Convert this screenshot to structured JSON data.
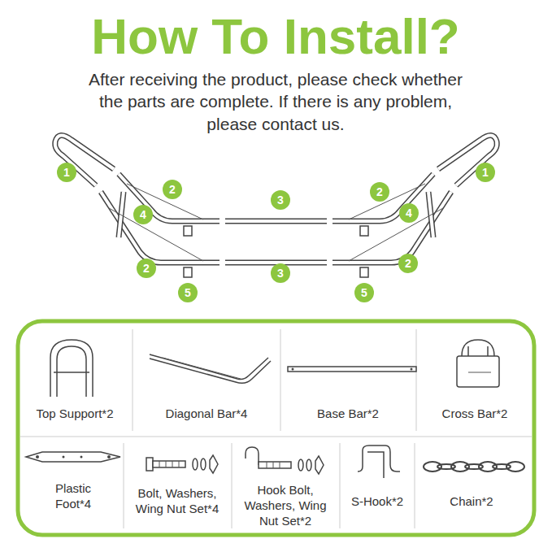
{
  "diagram": {
    "title": "How To Install?",
    "labels": [
      "After receiving the product, please check whether the parts are complete. If there is any problem, please contact us.",
      "1",
      "1",
      "2",
      "2",
      "3",
      "4",
      "4",
      "2",
      "2",
      "3",
      "5",
      "5",
      "Top Support*2",
      "Diagonal Bar*4",
      "Base Bar*2",
      "Cross Bar*2",
      "Plastic Foot*4",
      "Bolt, Washers, Wing Nut Set*4",
      "Hook Bolt, Washers, Wing Nut Set*2",
      "S-Hook*2",
      "Chain*2"
    ]
  }
}
